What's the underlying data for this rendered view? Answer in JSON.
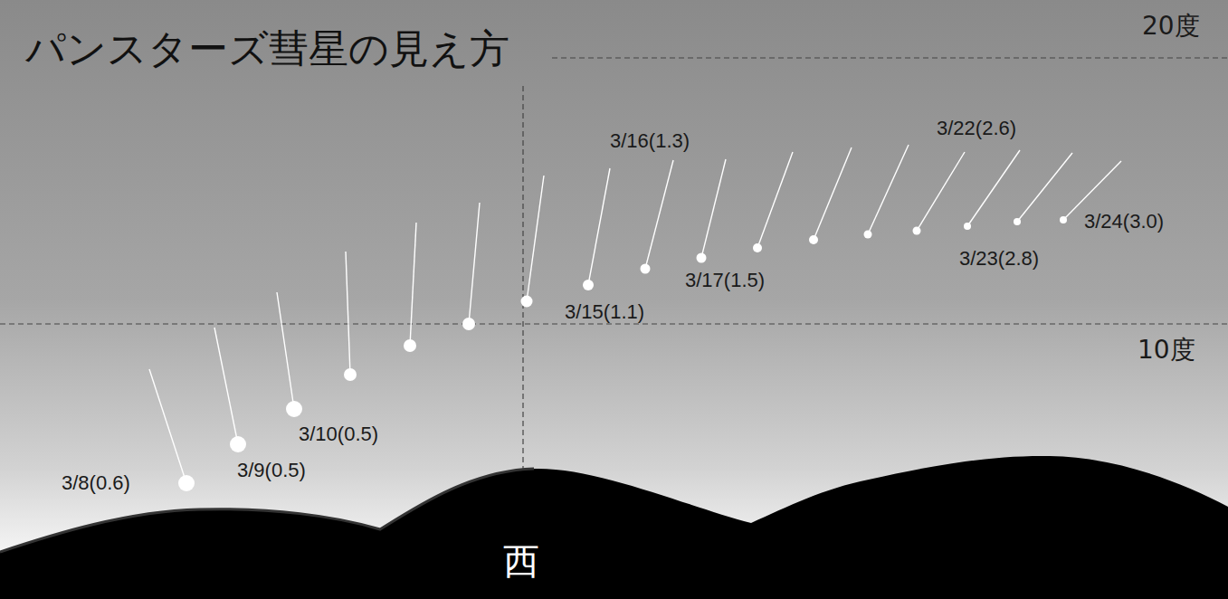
{
  "diagram": {
    "title": "パンスターズ彗星の見え方",
    "labels": [
      "20度",
      "10度",
      "3/8(0.6)",
      "3/9(0.5)",
      "3/10(0.5)",
      "3/15(1.1)",
      "3/16(1.3)",
      "3/17(1.5)",
      "3/22(2.6)",
      "3/23(2.8)",
      "3/24(3.0)",
      "西"
    ]
  }
}
